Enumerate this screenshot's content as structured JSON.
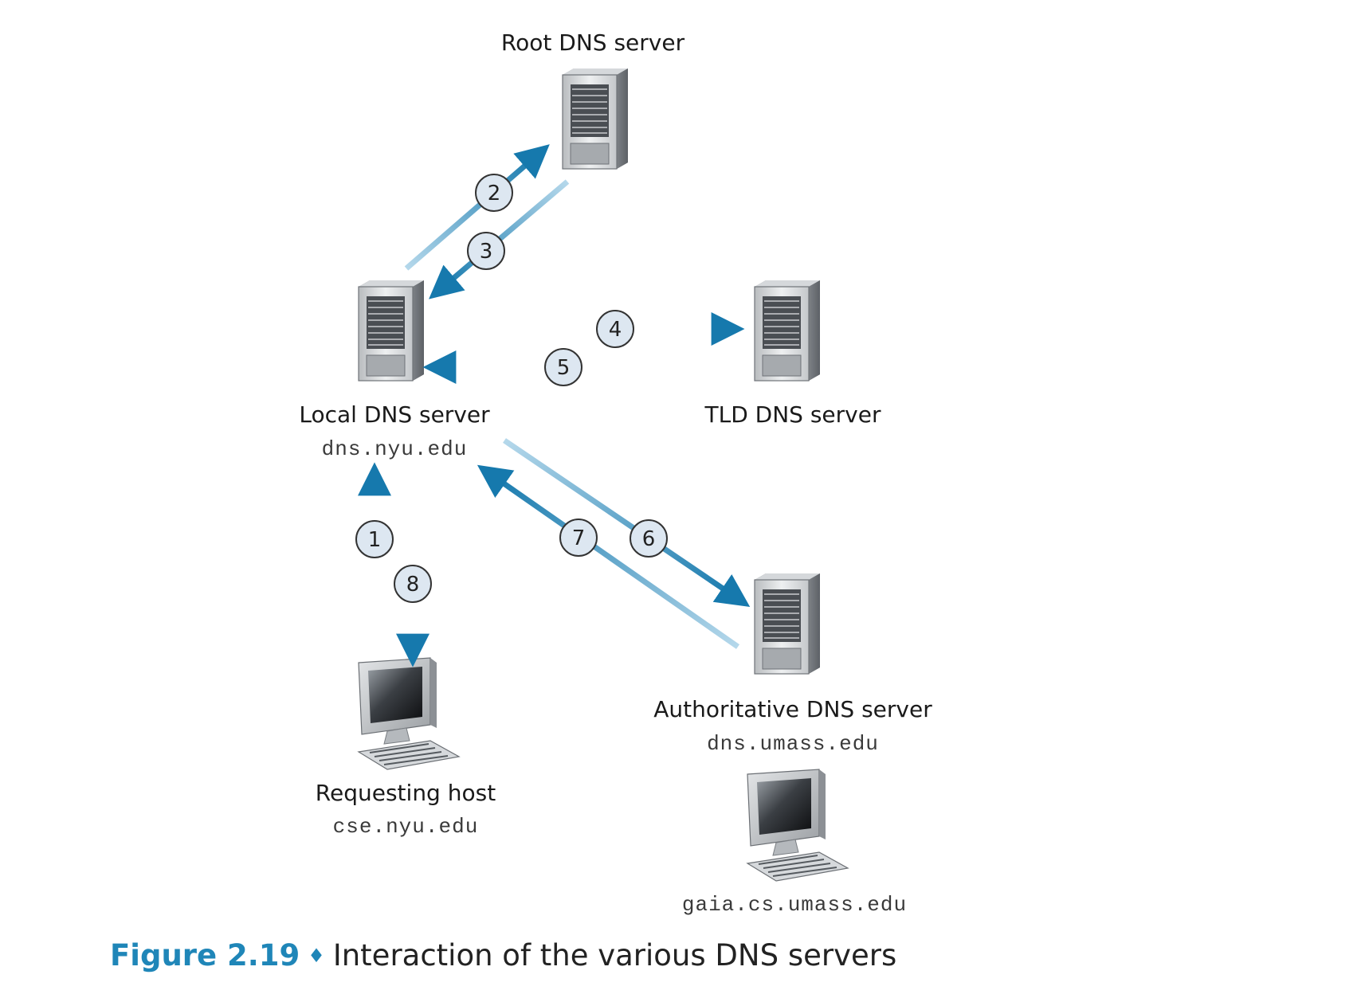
{
  "nodes": {
    "root": {
      "label": "Root DNS server",
      "icon": "server-icon"
    },
    "local": {
      "label": "Local DNS server",
      "host": "dns.nyu.edu",
      "icon": "server-icon"
    },
    "tld": {
      "label": "TLD DNS server",
      "icon": "server-icon"
    },
    "auth": {
      "label": "Authoritative DNS server",
      "host": "dns.umass.edu",
      "icon": "server-icon"
    },
    "requesting": {
      "label": "Requesting host",
      "host": "cse.nyu.edu",
      "icon": "computer-icon"
    },
    "target": {
      "host": "gaia.cs.umass.edu",
      "icon": "computer-icon"
    }
  },
  "steps": [
    "1",
    "2",
    "3",
    "4",
    "5",
    "6",
    "7",
    "8"
  ],
  "caption": {
    "figure": "Figure 2.19",
    "separator": "♦",
    "text": "Interaction of the various DNS servers"
  },
  "colors": {
    "arrow_dark": "#1679ad",
    "arrow_light": "#a9d2e8",
    "badge_fill": "#dde7f1",
    "accent": "#1f86b8"
  }
}
